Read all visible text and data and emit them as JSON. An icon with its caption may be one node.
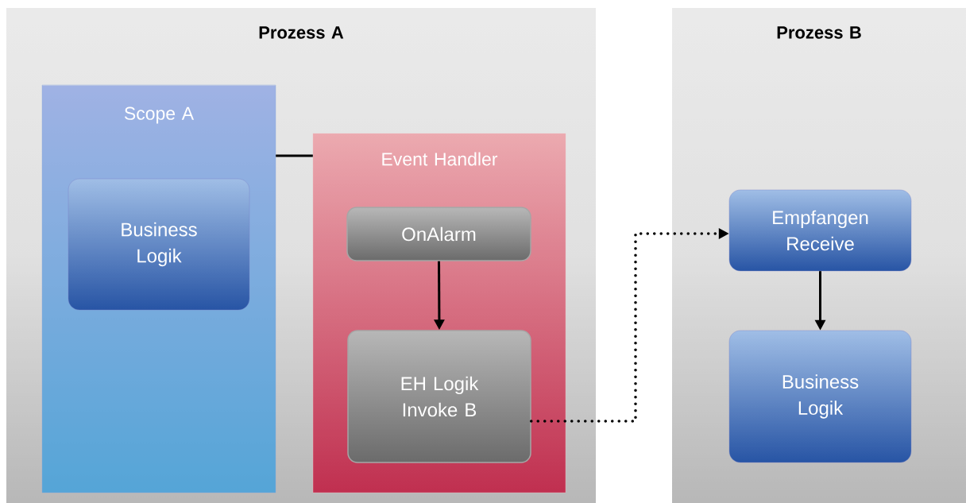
{
  "diagram": {
    "nodes": [
      {
        "text": [
          "Prozess A"
        ]
      },
      {
        "text": [
          "Scope A"
        ],
        "in": 0
      },
      {
        "text": [
          "Business Logik"
        ],
        "in": 1
      },
      {
        "text": [
          "Event Handler"
        ],
        "in": 0
      },
      {
        "text": [
          "OnAlarm"
        ],
        "in": 3
      },
      {
        "text": [
          "EH Logik Invoke B"
        ],
        "in": 3
      },
      {
        "text": [
          "Prozess B"
        ]
      },
      {
        "text": [
          "Empfangen Receive"
        ],
        "in": 6
      },
      {
        "text": [
          "Business Logik"
        ],
        "in": 6
      }
    ],
    "edges": [
      {
        "from": 1,
        "to": 3,
        "arrow": "none"
      },
      {
        "from": 4,
        "to": 5,
        "arrow": "to"
      },
      {
        "from": 5,
        "to": 7,
        "arrow": "to",
        "style": "dashed"
      },
      {
        "from": 7,
        "to": 8,
        "arrow": "to"
      }
    ]
  }
}
